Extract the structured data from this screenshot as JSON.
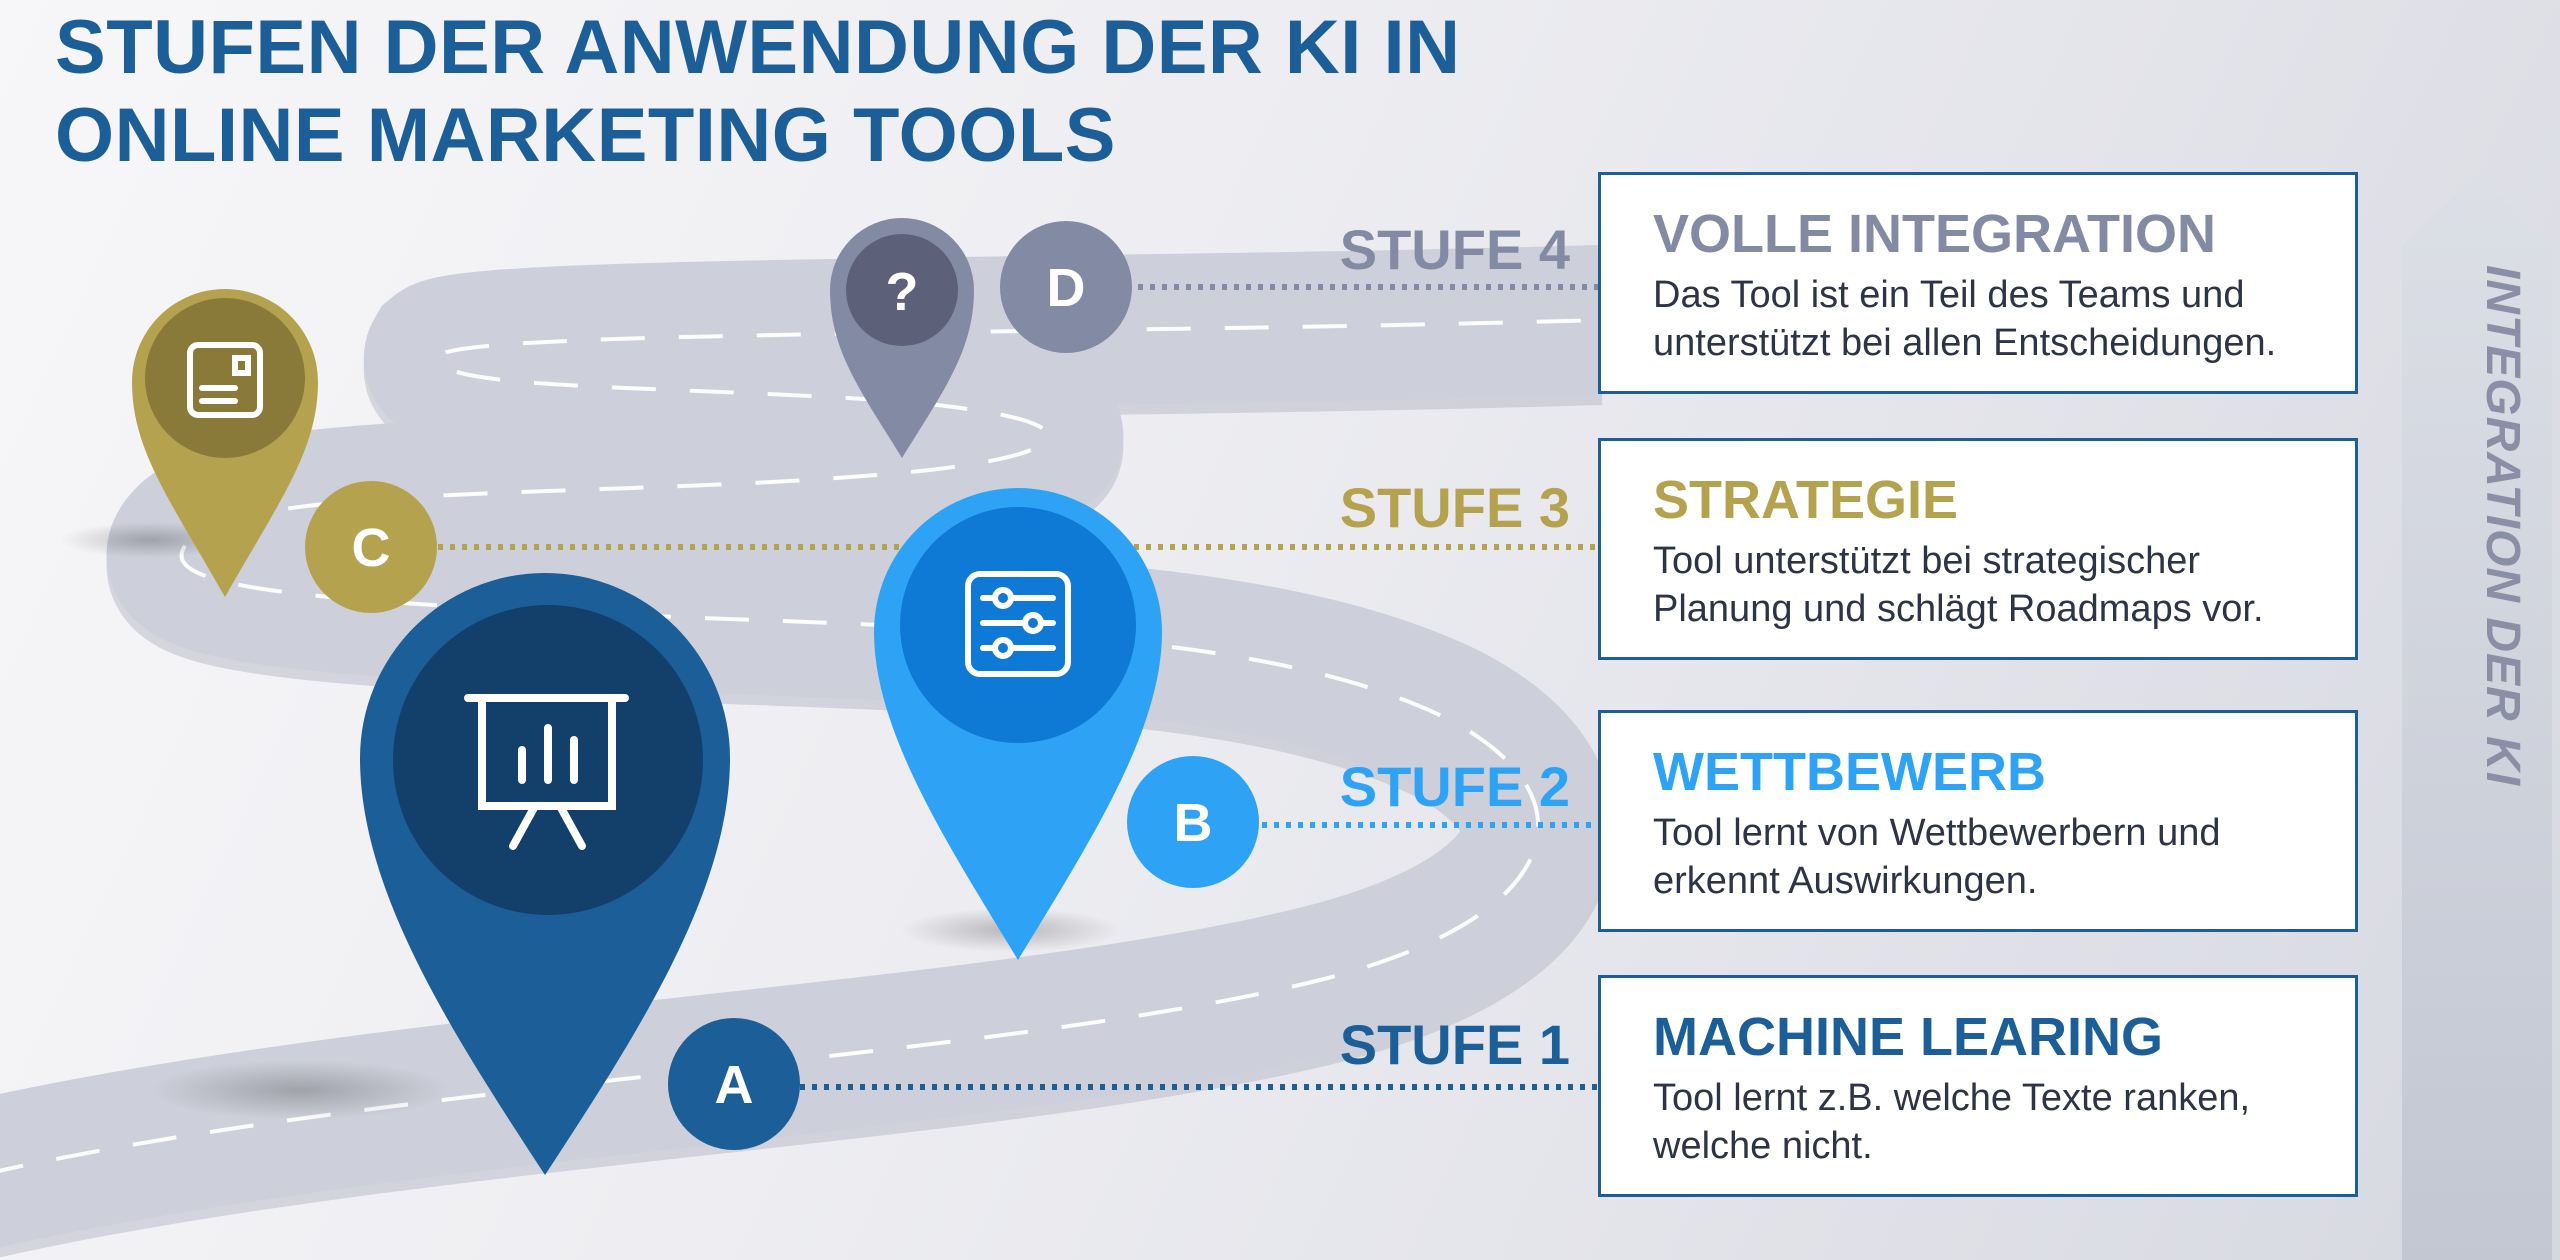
{
  "title": {
    "line1": "STUFEN DER ANWENDUNG DER KI IN",
    "line2": "ONLINE MARKETING TOOLS"
  },
  "side_label": "INTEGRATION DER KI",
  "colors": {
    "title": "#1b5e98",
    "stage_1": "#1b5e98",
    "stage_2": "#2ea3f5",
    "stage_3": "#b5a24f",
    "stage_4": "#838aa3",
    "road": "#c9ccd6",
    "arrow": "#c9cdd8",
    "card_border": "#1b5e98"
  },
  "stages": [
    {
      "label": "STUFE 1",
      "marker": "A",
      "heading": "MACHINE LEARING",
      "description": "Tool lernt z.B. welche Texte ranken, welche nicht.",
      "icon": "presentation-chart-icon"
    },
    {
      "label": "STUFE 2",
      "marker": "B",
      "heading": "WETTBEWERB",
      "description": "Tool lernt von Wettbewerbern und erkennt Auswirkungen.",
      "icon": "sliders-icon"
    },
    {
      "label": "STUFE 3",
      "marker": "C",
      "heading": "STRATEGIE",
      "description": "Tool unterstützt bei strategischer Planung und schlägt Roadmaps vor.",
      "icon": "postcard-icon"
    },
    {
      "label": "STUFE 4",
      "marker": "D",
      "heading": "VOLLE INTEGRATION",
      "description": "Das Tool ist ein Teil des Teams und unterstützt bei allen Entscheidungen.",
      "icon": "question-icon",
      "icon_text": "?"
    }
  ]
}
